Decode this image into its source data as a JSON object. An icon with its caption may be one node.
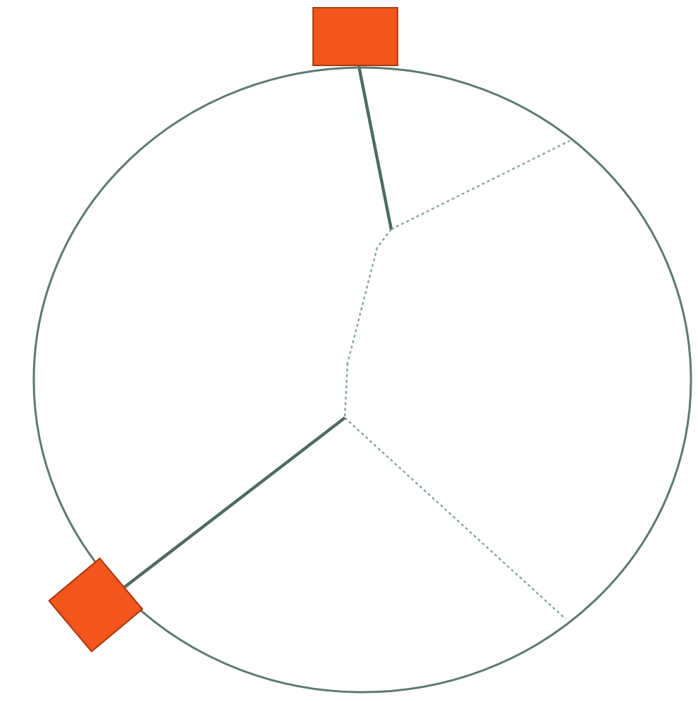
{
  "diagram": {
    "nodes": [
      {
        "text": [],
        "shape": "circle"
      },
      {
        "text": [],
        "shape": "box"
      },
      {
        "text": [],
        "shape": "box"
      }
    ],
    "edges": [
      {
        "from": 1,
        "to": 0,
        "arrow": "none"
      },
      {
        "from": 2,
        "to": 0,
        "arrow": "none"
      }
    ]
  }
}
